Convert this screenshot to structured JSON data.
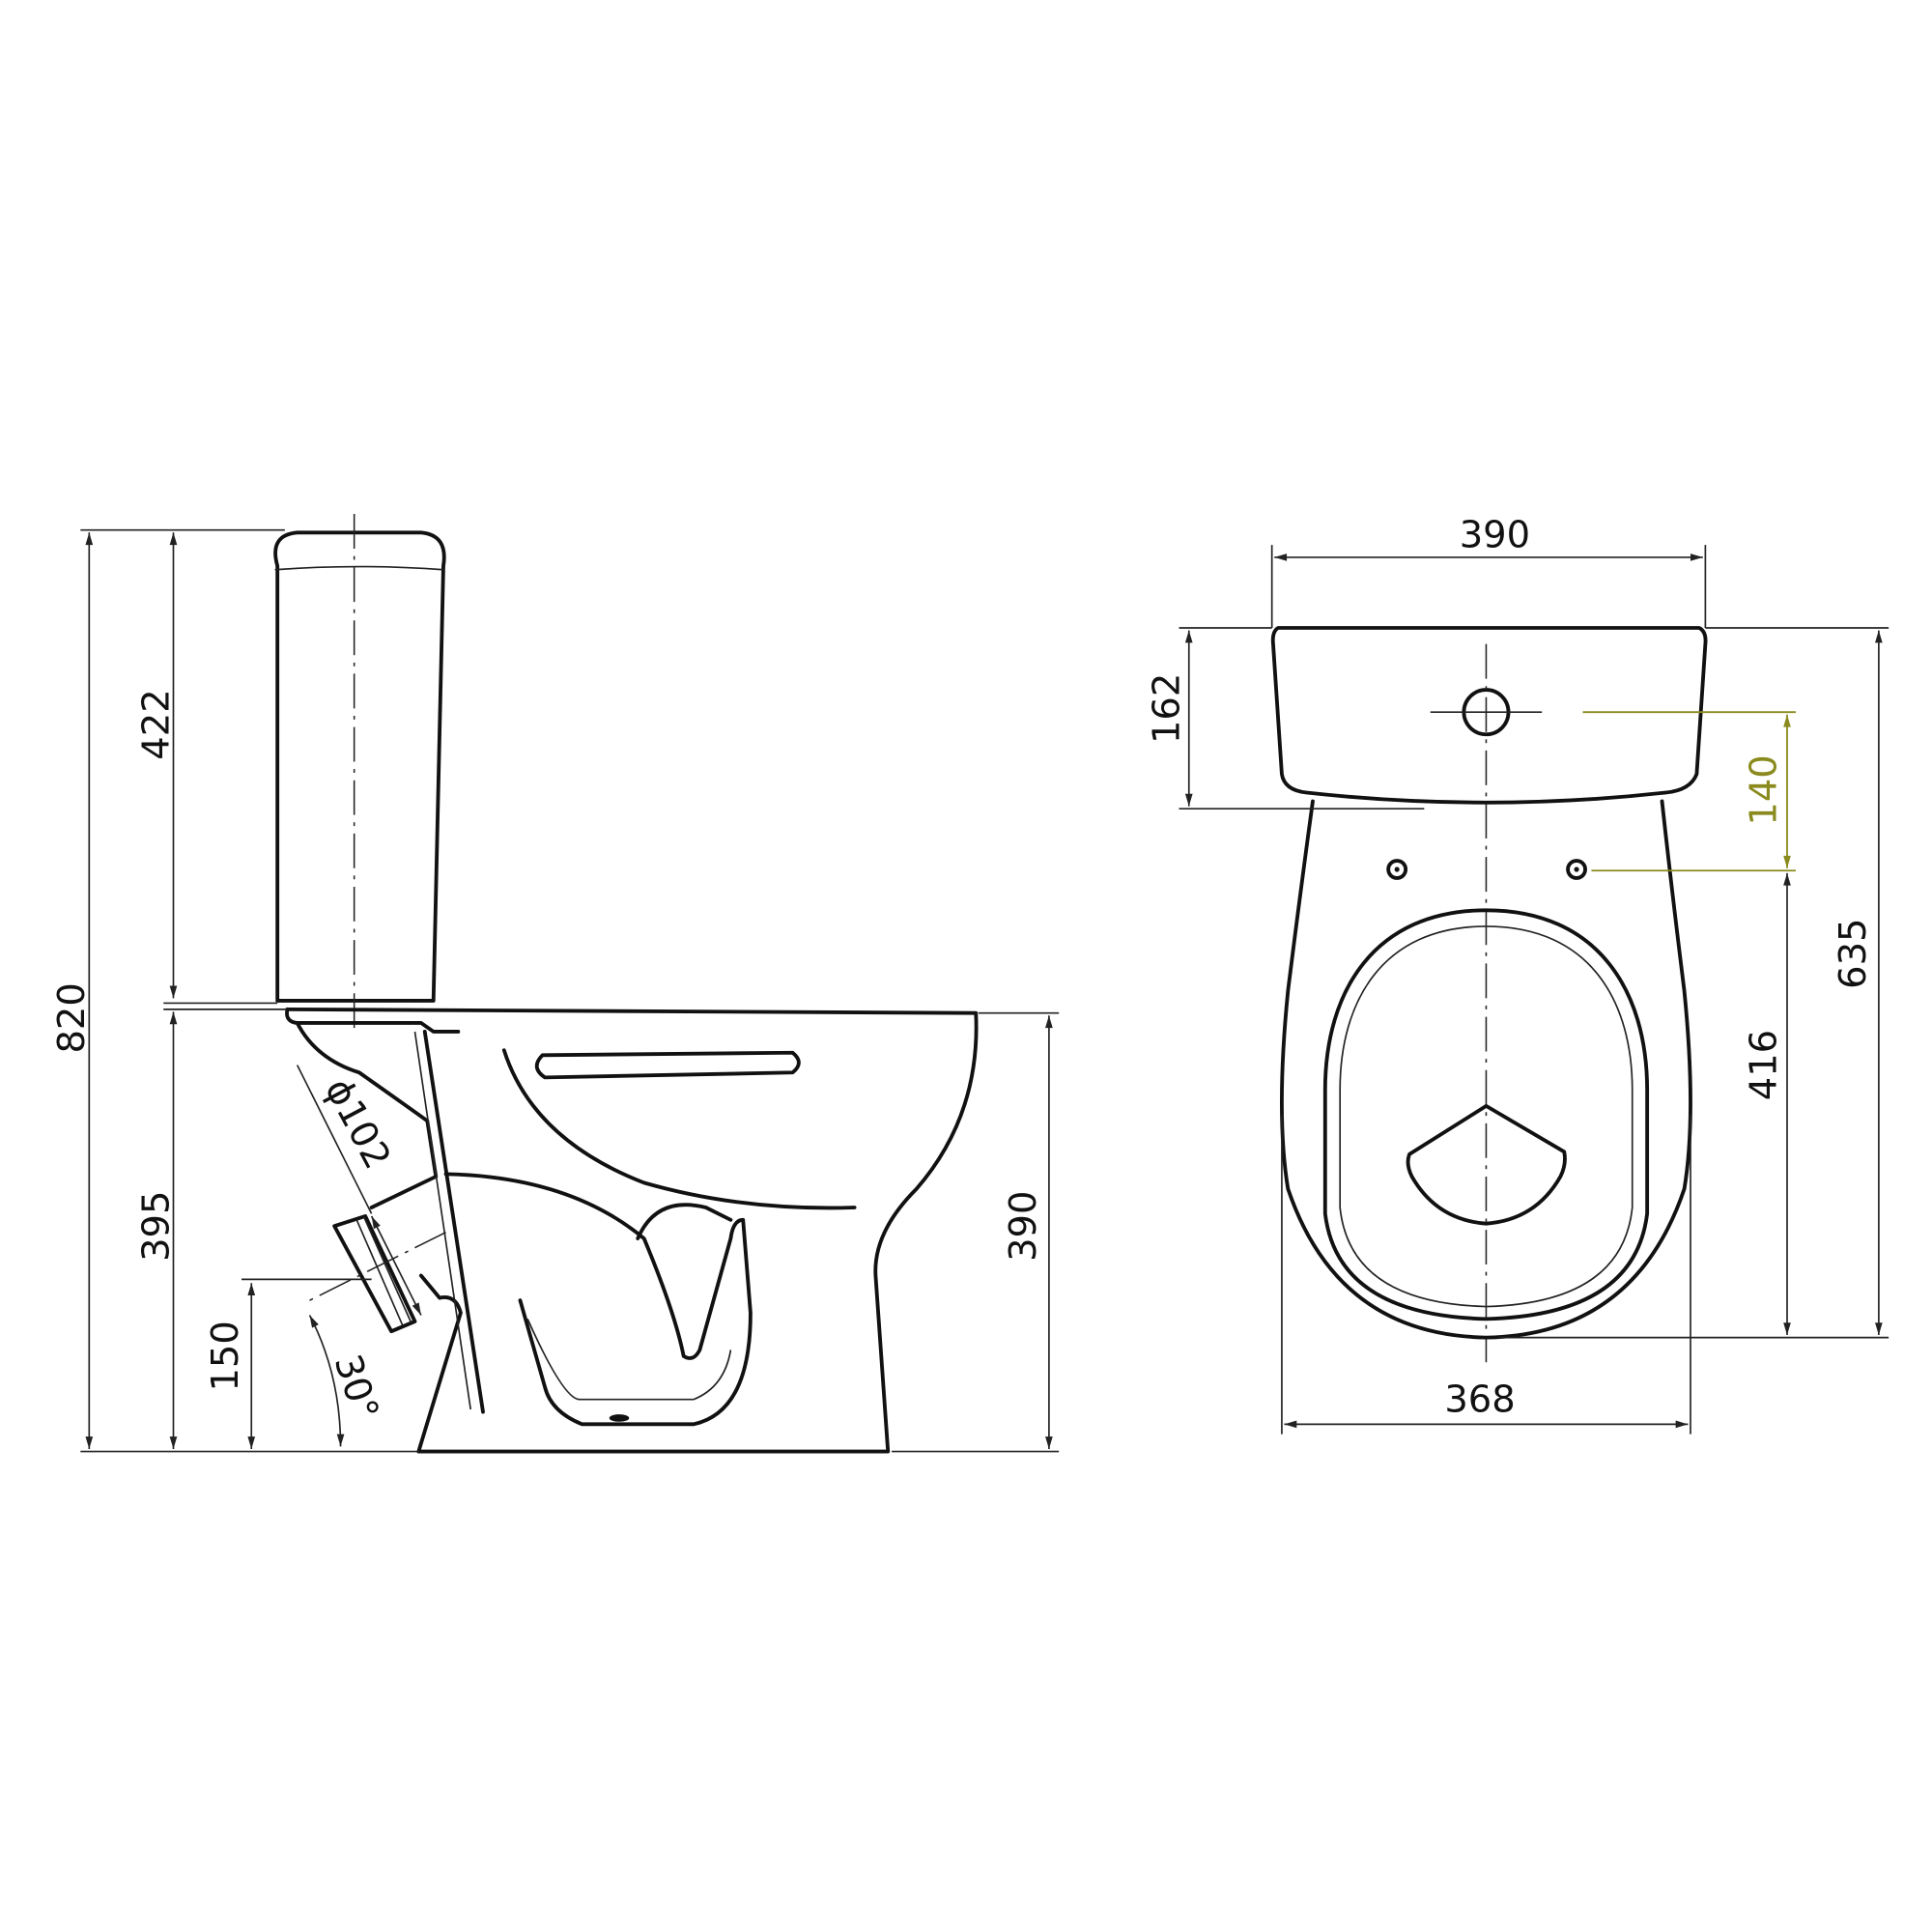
{
  "side_view": {
    "total_height": "820",
    "tank_height": "422",
    "bowl_height": "395",
    "rim_height": "390",
    "outlet_height": "150",
    "outlet_diameter": "ϕ102",
    "outlet_angle": "30°"
  },
  "top_view": {
    "tank_width": "390",
    "tank_depth": "162",
    "total_depth": "635",
    "seat_bolt_offset": "140",
    "bolt_to_front": "416",
    "bowl_width": "368"
  },
  "colors": {
    "line": "#111111",
    "highlight_dimension": "#8a8a1e"
  }
}
